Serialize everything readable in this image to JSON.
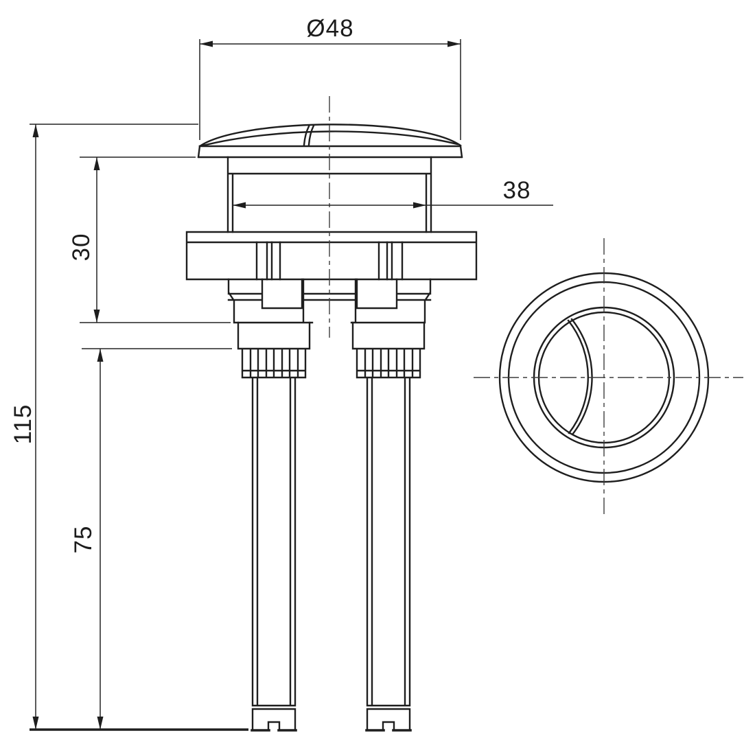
{
  "drawing": {
    "background_color": "#ffffff",
    "line_color": "#1e1e1e",
    "dimension_labels": {
      "cap_diameter": "Ø48",
      "body_diameter": "38",
      "head_height": "30",
      "rod_length": "75",
      "overall_height": "115"
    }
  }
}
